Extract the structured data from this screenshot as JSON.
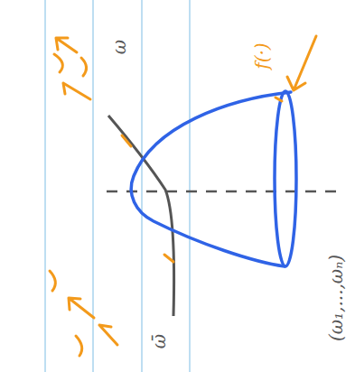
{
  "diagram": {
    "labels": [
      "ω",
      "ω̄",
      "f(·)",
      "(ω₁,...,ωₙ)"
    ]
  }
}
